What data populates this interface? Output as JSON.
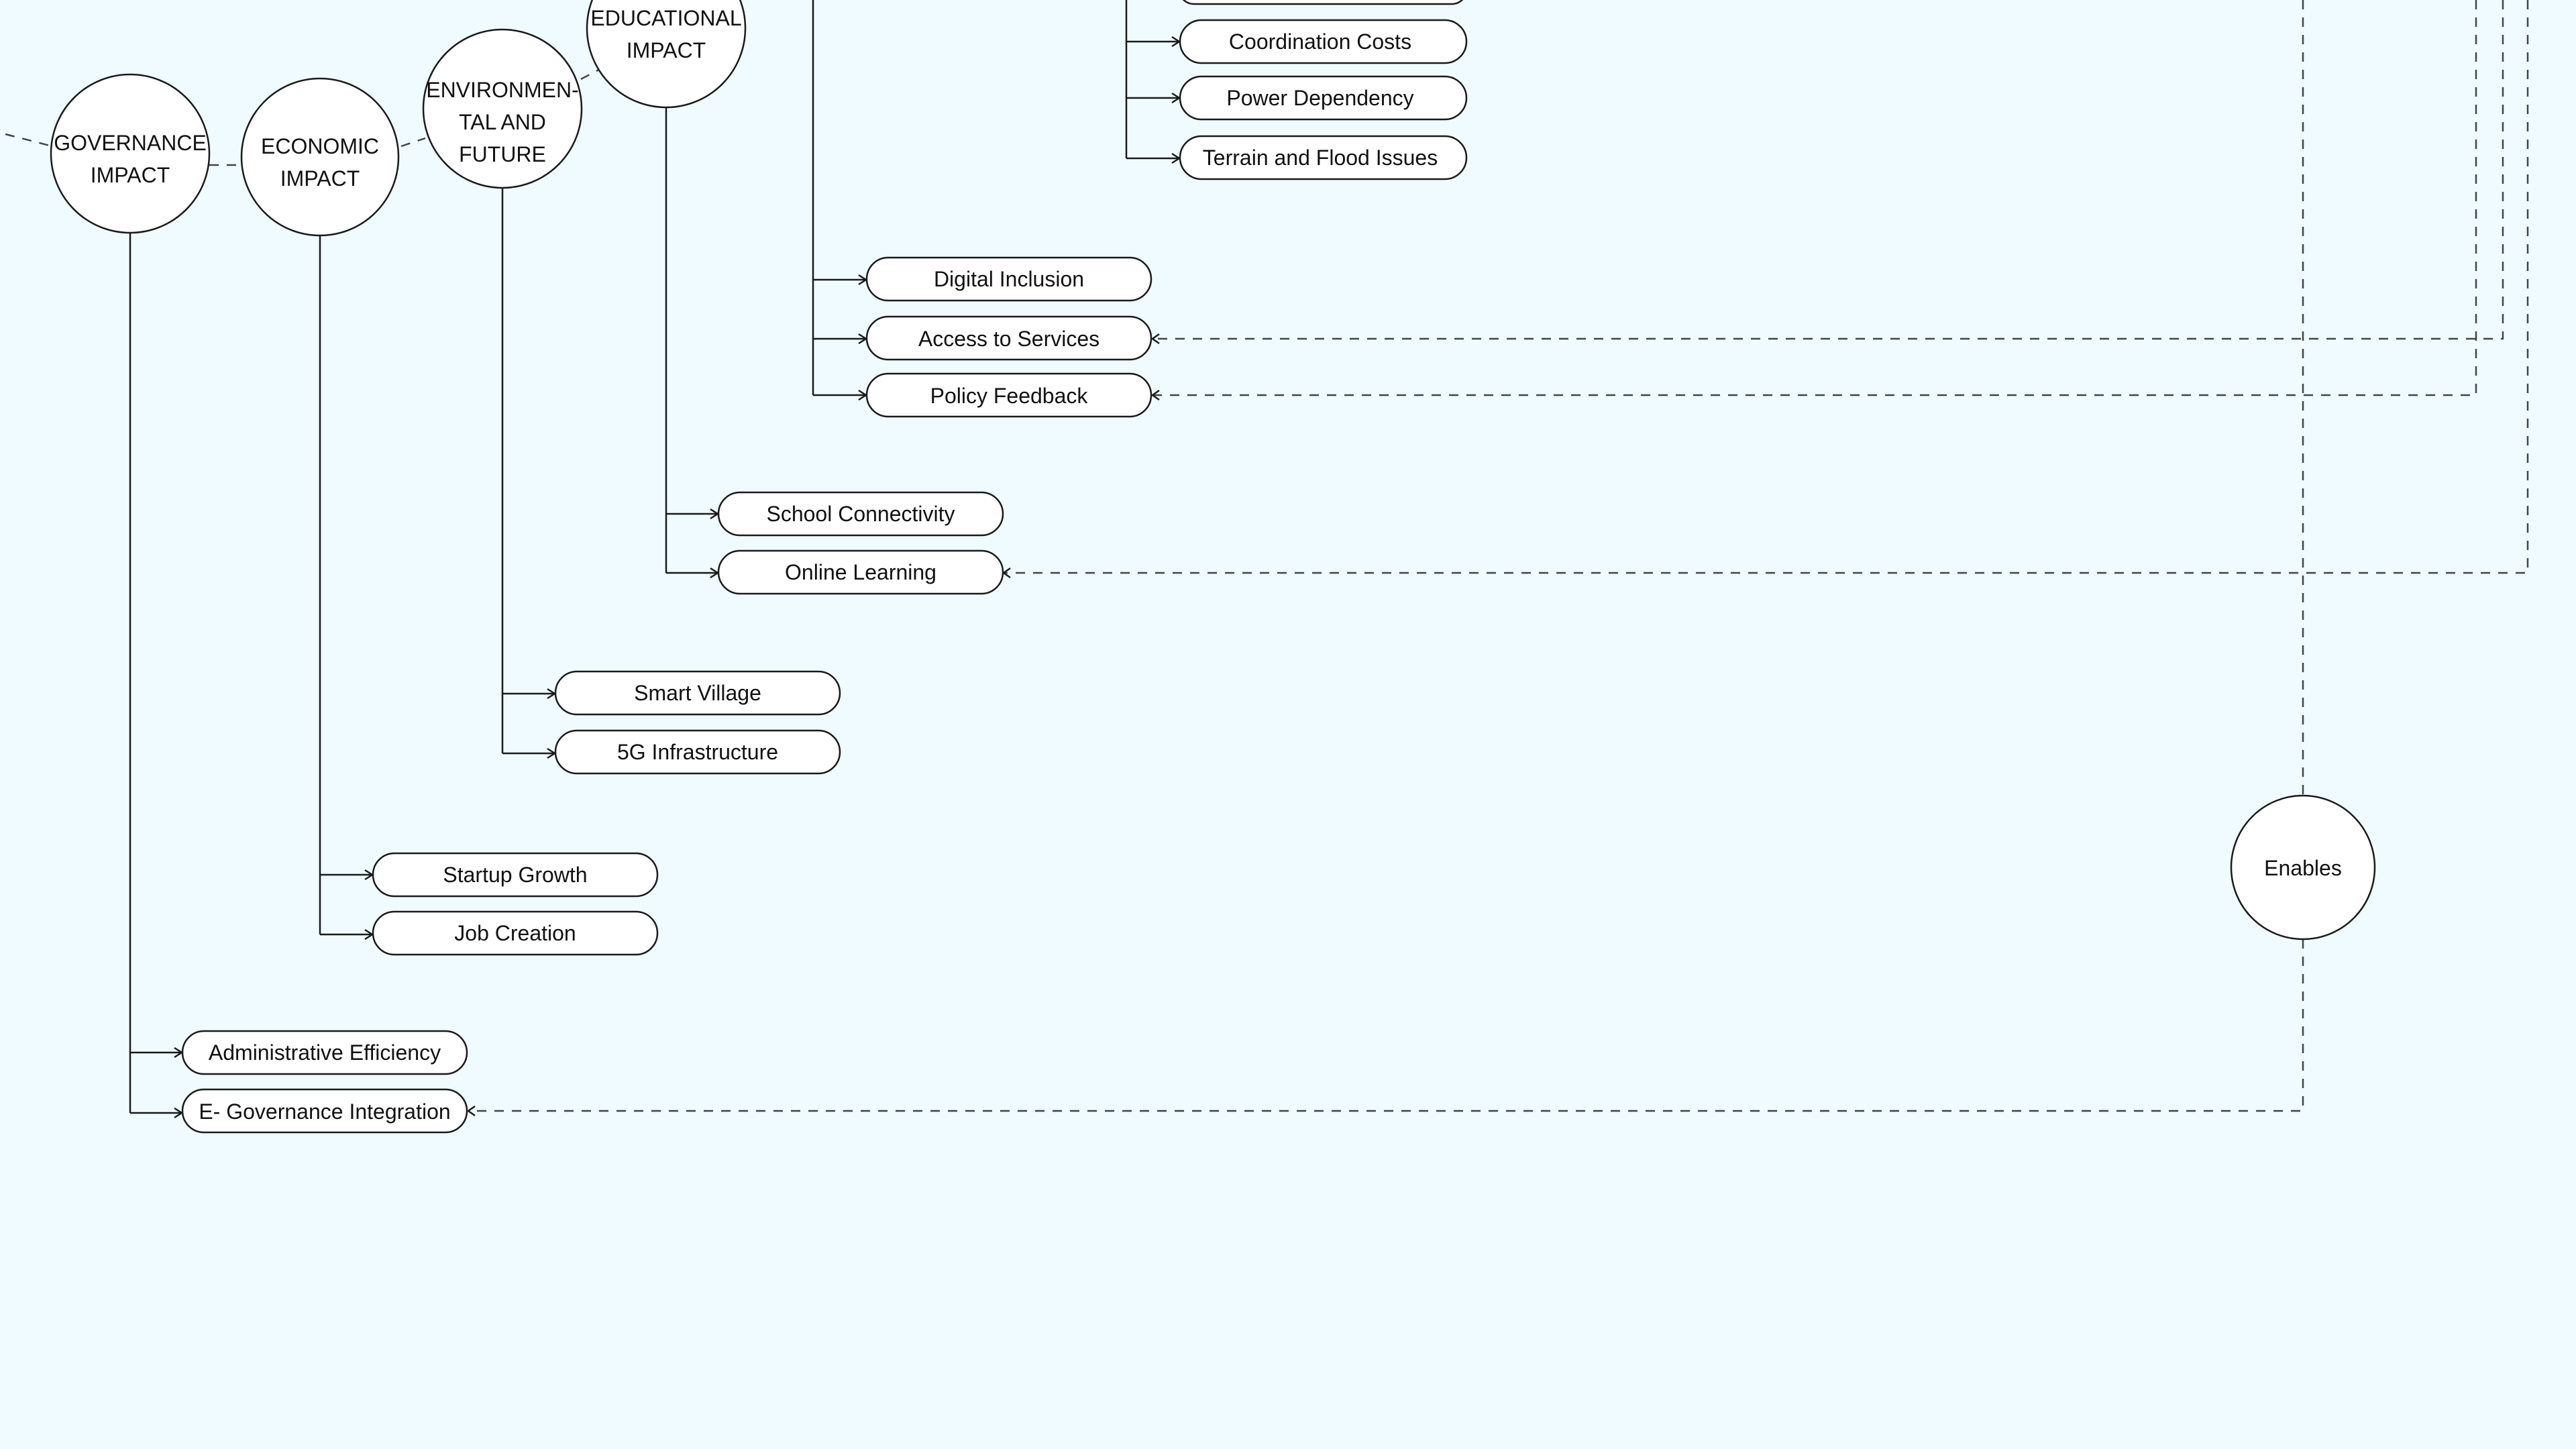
{
  "colors": {
    "background": "#effbfe",
    "node_fill": "#ffffff",
    "stroke": "#1a1a1a",
    "dashed_stroke": "#444444"
  },
  "hubs": {
    "governance": [
      "GOVERNANCE",
      "IMPACT"
    ],
    "economic": [
      "ECONOMIC",
      "IMPACT"
    ],
    "environmental": [
      "ENVIRONMEN-",
      "TAL AND",
      "FUTURE"
    ],
    "educational": [
      "EDUCATIONAL",
      "IMPACT"
    ],
    "enables": [
      "Enables"
    ]
  },
  "leaves": {
    "governance": [
      "Administrative Efficiency",
      "E- Governance Integration"
    ],
    "economic": [
      "Startup Growth",
      "Job Creation"
    ],
    "environmental": [
      "Smart Village",
      "5G Infrastructure"
    ],
    "educational": [
      "School Connectivity",
      "Online Learning"
    ],
    "social": [
      "Digital Inclusion",
      "Access to Services",
      "Policy Feedback"
    ],
    "challenges": [
      "Coordination Costs",
      "Power Dependency",
      "Terrain and Flood Issues"
    ]
  }
}
